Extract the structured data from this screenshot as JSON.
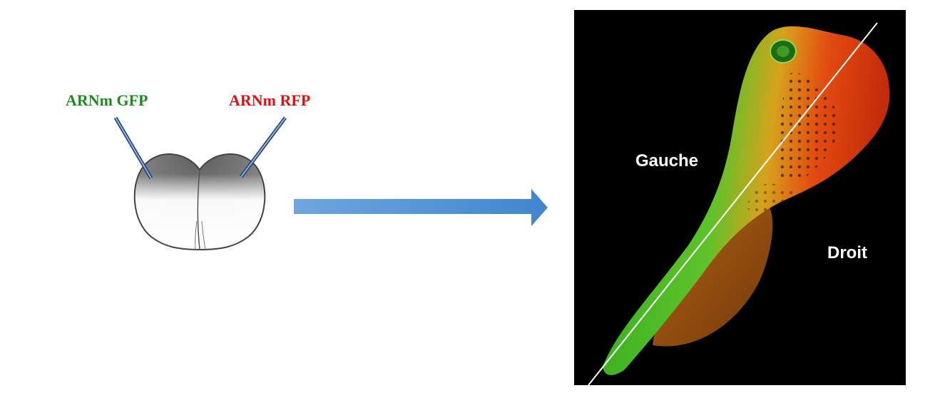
{
  "embryo": {
    "left_label": "ARNm GFP",
    "right_label": "ARNm RFP"
  },
  "tadpole": {
    "left_side_label": "Gauche",
    "right_side_label": "Droit"
  },
  "colors": {
    "gfp": "#1f8a1f",
    "rfp": "#e01010",
    "arrow": "#4f8fd0",
    "panel_background": "#000000"
  },
  "icons": [
    "two-cell-embryo-icon",
    "right-arrow-icon",
    "tadpole-fluorescence-image"
  ]
}
